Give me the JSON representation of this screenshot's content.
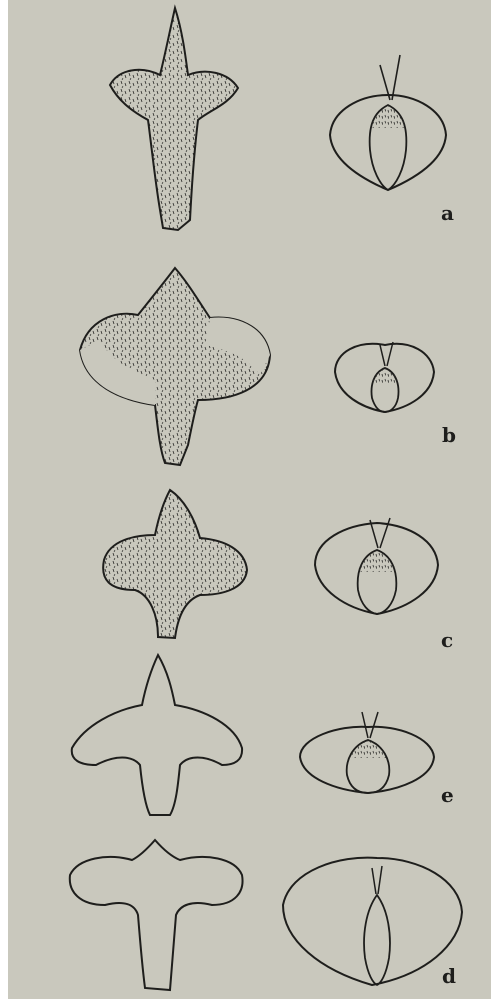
{
  "figures": [
    {
      "id": "a",
      "label": "a"
    },
    {
      "id": "b",
      "label": "b"
    },
    {
      "id": "c",
      "label": "c"
    },
    {
      "id": "e",
      "label": "e"
    },
    {
      "id": "d",
      "label": "d"
    }
  ],
  "colors": {
    "paper": "#c9c8bd",
    "ink": "#1e1e1c",
    "margin": "#ffffff"
  }
}
